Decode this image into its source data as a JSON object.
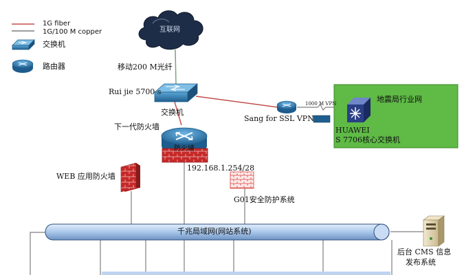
{
  "legend": {
    "fiber_label": "1G fiber",
    "copper_label": "1G/100 M copper",
    "switch_label": "交换机",
    "router_label": "路由器",
    "fiber_color": "#c0504d",
    "copper_color": "#7f7f7f"
  },
  "cloud": {
    "label": "互联网"
  },
  "uplink": {
    "label": "移动200 M光纤"
  },
  "core_switch": {
    "name": "Rui jie 5700 s",
    "type": "交换机"
  },
  "firewall": {
    "title": "下一代防火墙",
    "label": "防火墙",
    "ip": "192.168.1.254/28"
  },
  "vpn": {
    "link_label": "1000 M VPN",
    "name": "Sang for SSL VPN"
  },
  "remote_network": {
    "title": "地震局行业网",
    "device_line1": "HUAWEI",
    "device_line2": "S 7706核心交换机",
    "bg_color": "#5fba46"
  },
  "waf": {
    "label": "WEB 应用防火墙"
  },
  "g01": {
    "label": "G01安全防护系统"
  },
  "lan_bus": {
    "label": "千兆局域网(网站系统)",
    "color": "#a9c7ea"
  },
  "cms": {
    "line1": "后台 CMS 信息",
    "line2": "发布系统"
  }
}
